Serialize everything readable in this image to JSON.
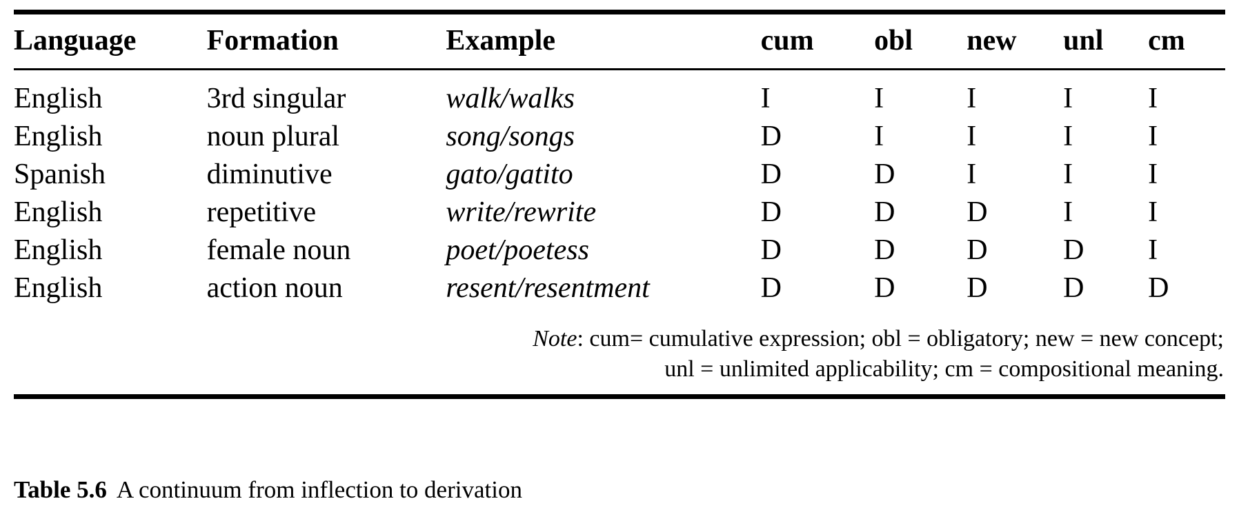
{
  "table": {
    "columns": [
      "Language",
      "Formation",
      "Example",
      "cum",
      "obl",
      "new",
      "unl",
      "cm"
    ],
    "rows": [
      {
        "language": "English",
        "formation": "3rd singular",
        "example": "walk/walks",
        "cum": "I",
        "obl": "I",
        "new": "I",
        "unl": "I",
        "cm": "I"
      },
      {
        "language": "English",
        "formation": "noun plural",
        "example": "song/songs",
        "cum": "D",
        "obl": "I",
        "new": "I",
        "unl": "I",
        "cm": "I"
      },
      {
        "language": "Spanish",
        "formation": "diminutive",
        "example": "gato/gatito",
        "cum": "D",
        "obl": "D",
        "new": "I",
        "unl": "I",
        "cm": "I"
      },
      {
        "language": "English",
        "formation": "repetitive",
        "example": "write/rewrite",
        "cum": "D",
        "obl": "D",
        "new": "D",
        "unl": "I",
        "cm": "I"
      },
      {
        "language": "English",
        "formation": "female noun",
        "example": "poet/poetess",
        "cum": "D",
        "obl": "D",
        "new": "D",
        "unl": "D",
        "cm": "I"
      },
      {
        "language": "English",
        "formation": "action noun",
        "example": "resent/resentment",
        "cum": "D",
        "obl": "D",
        "new": "D",
        "unl": "D",
        "cm": "D"
      }
    ],
    "note": {
      "label": "Note",
      "line1": ": cum= cumulative expression; obl = obligatory; new = new concept;",
      "line2": "unl = unlimited applicability; cm = compositional meaning."
    }
  },
  "caption": {
    "label": "Table 5.6",
    "text": "A continuum from inflection to derivation"
  }
}
